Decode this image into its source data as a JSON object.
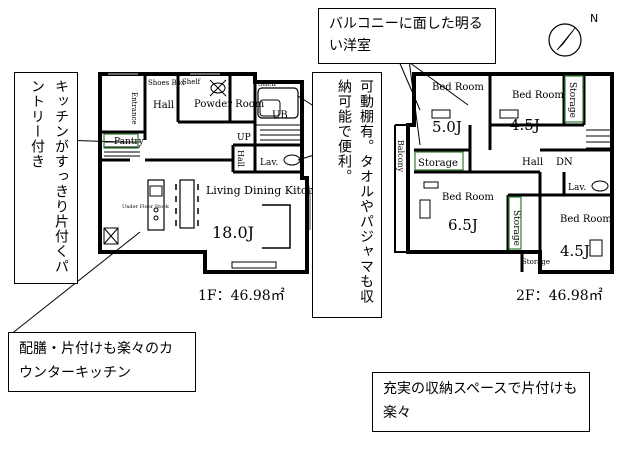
{
  "callouts": {
    "balcony_room": "バルコニーに面した明るい洋室",
    "kitchen_pantry": "キッチンがすっきり片付くパントリー付き",
    "shelf_storage": "可動棚有。タオルやパジャマも収納可能で便利。",
    "counter_kitchen": "配膳・片付けも楽々のカウンターキッチン",
    "storage_space": "充実の収納スペースで片付けも楽々"
  },
  "floor1": {
    "area": "1F：46.98㎡",
    "rooms": {
      "entrance": "Entrance",
      "shoes_box": "Shoes Box",
      "shelf1": "Shelf",
      "shelf2": "Shelf",
      "hall": "Hall",
      "powder_room": "Powder Room",
      "ub": "UB",
      "pantry": "Pantry",
      "up": "UP",
      "hall2": "Hall",
      "lav": "Lav.",
      "ldk": "Living Dining Kitchen",
      "ldk_size": "18.0J",
      "floor_stock": "Under Floor Stock"
    }
  },
  "floor2": {
    "area": "2F：46.98㎡",
    "rooms": {
      "bed1": "Bed Room",
      "bed1_size": "5.0J",
      "bed2": "Bed Room",
      "bed2_size": "4.5J",
      "storage_top": "Storage",
      "storage_mid": "Storage",
      "hall": "Hall",
      "dn": "DN",
      "balcony": "Balcony",
      "bed3": "Bed Room",
      "bed3_size": "6.5J",
      "lav": "Lav.",
      "storage_right": "Storage",
      "bed4": "Bed Room",
      "bed4_size": "4.5J",
      "storage_small": "Storage"
    }
  },
  "compass": {
    "north": "N"
  }
}
